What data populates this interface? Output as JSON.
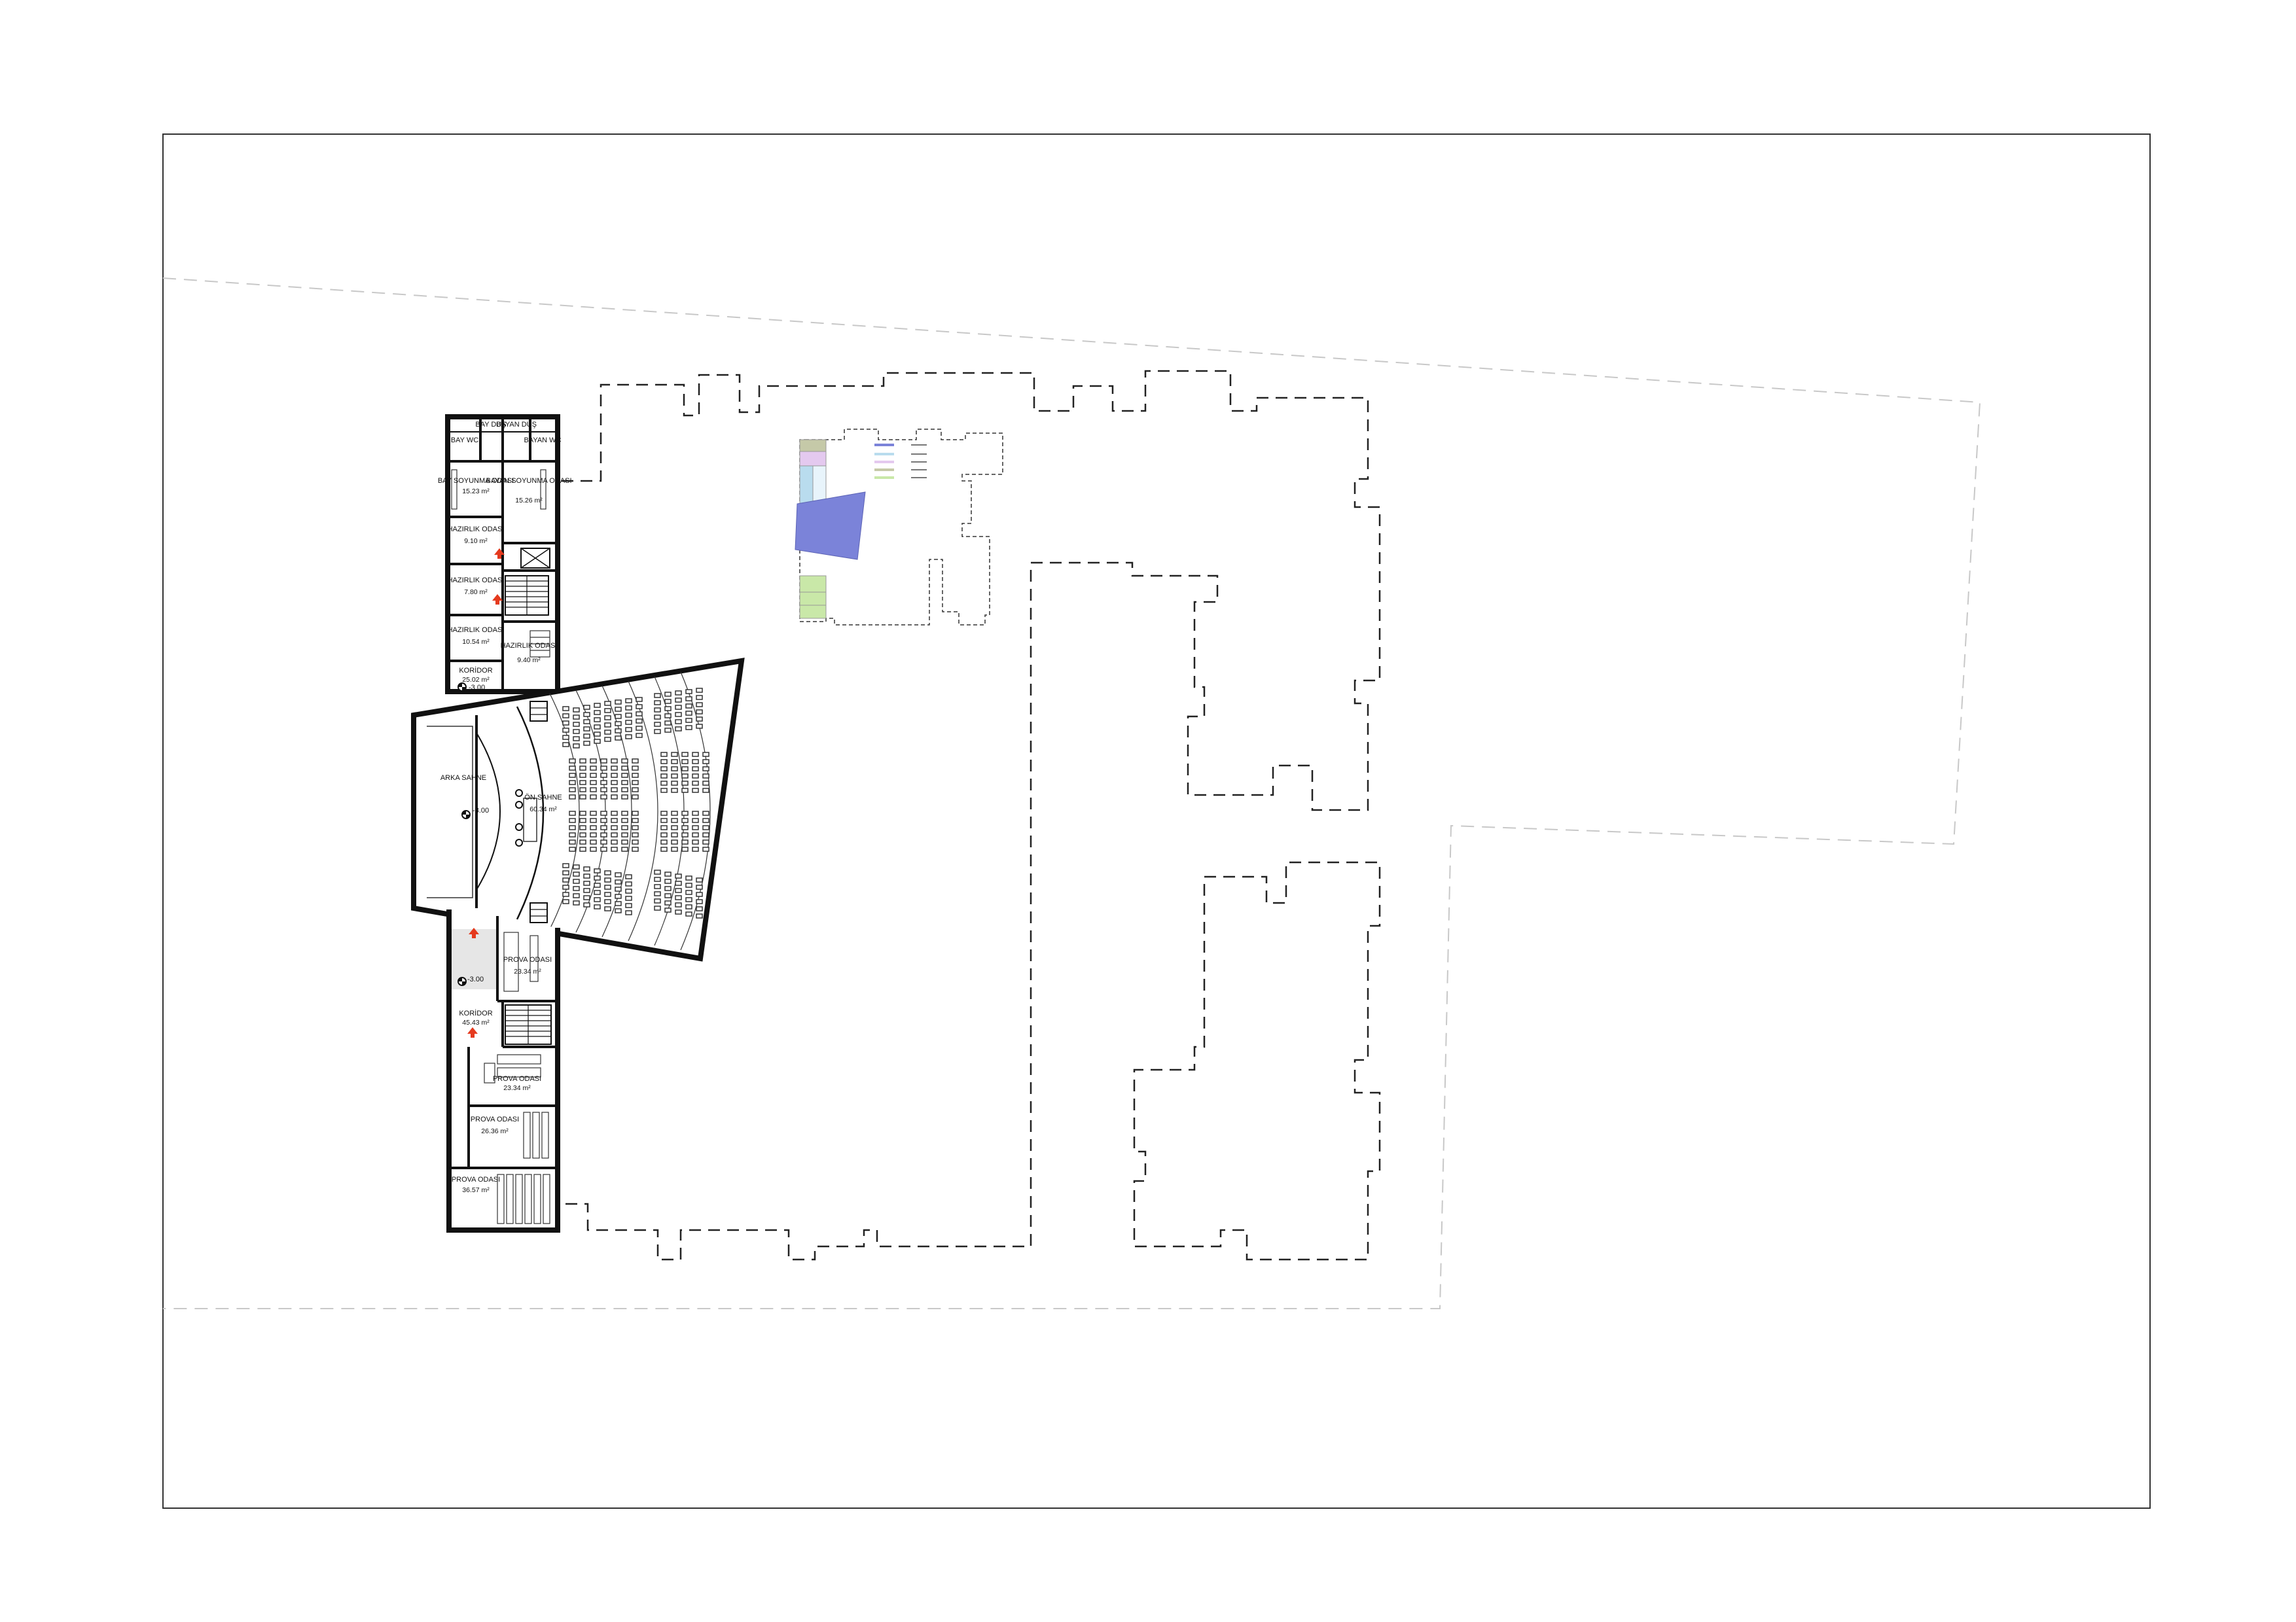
{
  "colors": {
    "wall": "#111111",
    "frame": "#333333",
    "dash_outline": "#222222",
    "property_line": "#c8c8c8",
    "corridor_fill": "#e6e6e6",
    "exit_arrow": "#e53a1e",
    "keyplan_highlight": "#7b83d9",
    "keyplan_green": "#c9e8a8",
    "keyplan_purple": "#e4c9ef",
    "keyplan_olive": "#c5c9a8",
    "keyplan_blue": "#b9dcee"
  },
  "rooms": {
    "bay_dus": {
      "name": "BAY DUŞ"
    },
    "bayan_dus": {
      "name": "BAYAN DUŞ"
    },
    "bay_wc": {
      "name": "BAY WC"
    },
    "bayan_wc": {
      "name": "BAYAN WC"
    },
    "bay_soyunma": {
      "name": "BAY SOYUNMA ODASI",
      "area": "15.23 m²"
    },
    "bayan_soyunma": {
      "name": "BAYAN SOYUNMA ODASI",
      "area": "15.26 m²"
    },
    "hazirlik_1": {
      "name": "HAZIRLIK ODASI",
      "area": "9.10 m²"
    },
    "hazirlik_2": {
      "name": "HAZIRLIK ODASI",
      "area": "7.80 m²"
    },
    "hazirlik_3": {
      "name": "HAZIRLIK ODASI",
      "area": "10.54 m²"
    },
    "hazirlik_4": {
      "name": "HAZIRLIK ODASI",
      "area": "9.40 m²"
    },
    "koridor_1": {
      "name": "KORİDOR",
      "area": "25.02 m²"
    },
    "arka_sahne": {
      "name": "ARKA SAHNE"
    },
    "on_sahne": {
      "name": "ÖN SAHNE",
      "area": "60.34 m²"
    },
    "prova_1": {
      "name": "PROVA ODASI",
      "area": "23.34 m²"
    },
    "koridor_2": {
      "name": "KORİDOR",
      "area": "45.43 m²"
    },
    "prova_2": {
      "name": "PROVA ODASI",
      "area": "23.34 m²"
    },
    "prova_3": {
      "name": "PROVA ODASI",
      "area": "26.36 m²"
    },
    "prova_4": {
      "name": "PROVA ODASI",
      "area": "36.57 m²"
    }
  },
  "levels": {
    "koridor_top": "-3.00",
    "stage": "-3.00",
    "koridor_bottom": "-3.00"
  },
  "icons": {
    "exit": "exit-arrow-icon",
    "level_marker": "level-marker-icon",
    "elevator": "elevator-icon",
    "stair": "stair-icon"
  }
}
